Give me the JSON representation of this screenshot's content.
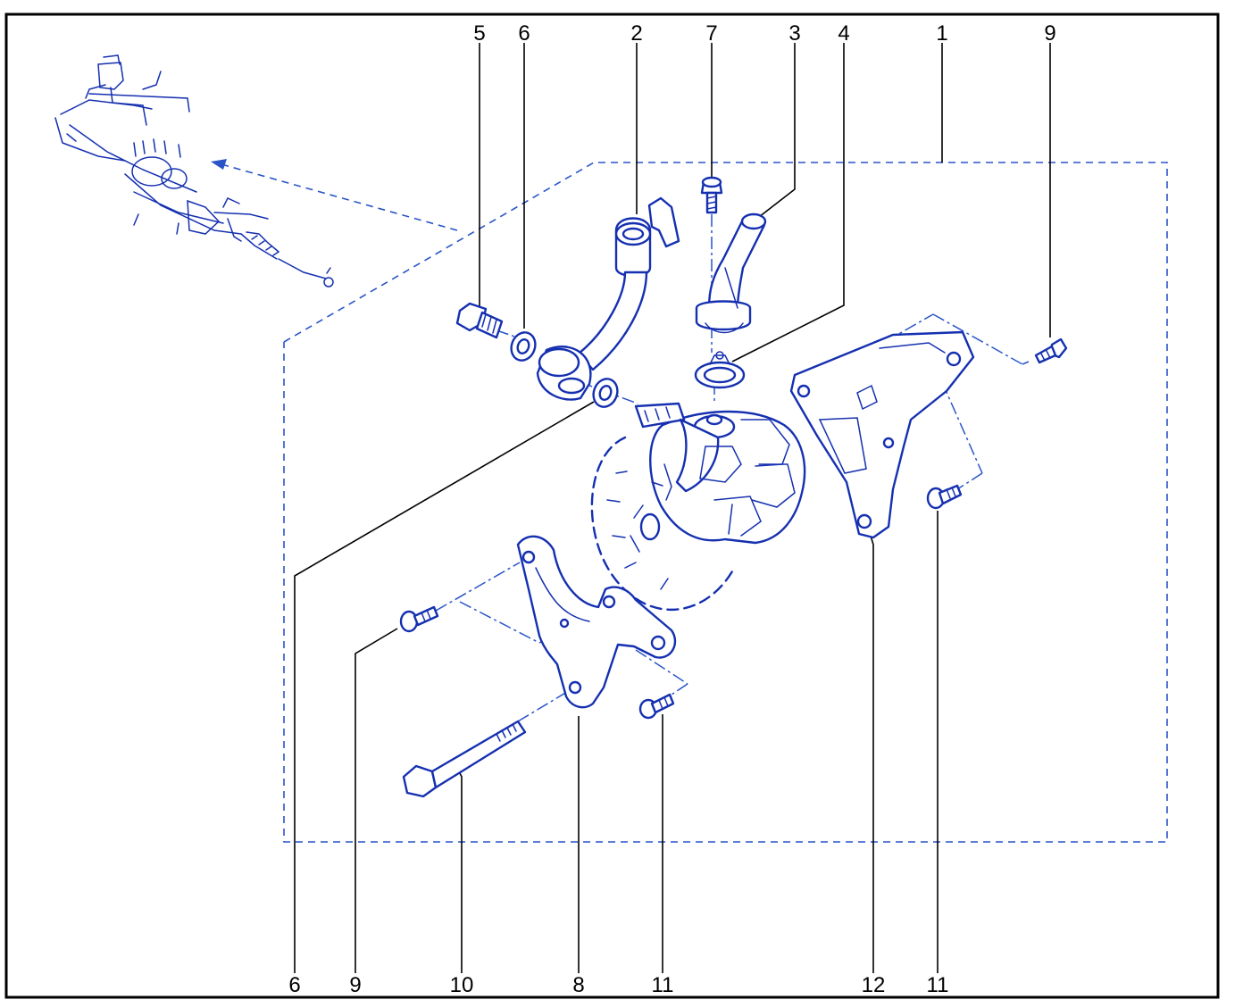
{
  "diagram": {
    "colors": {
      "part_line": "#1530b0",
      "dashed_line": "#2a55c8",
      "callout": "#000000",
      "frame": "#000000"
    },
    "callouts": [
      {
        "id": "c5",
        "label": "5"
      },
      {
        "id": "c6a",
        "label": "6"
      },
      {
        "id": "c2",
        "label": "2"
      },
      {
        "id": "c7",
        "label": "7"
      },
      {
        "id": "c3",
        "label": "3"
      },
      {
        "id": "c4",
        "label": "4"
      },
      {
        "id": "c1",
        "label": "1"
      },
      {
        "id": "c9a",
        "label": "9"
      },
      {
        "id": "c6b",
        "label": "6"
      },
      {
        "id": "c9b",
        "label": "9"
      },
      {
        "id": "c10",
        "label": "10"
      },
      {
        "id": "c8",
        "label": "8"
      },
      {
        "id": "c11a",
        "label": "11"
      },
      {
        "id": "c12",
        "label": "12"
      },
      {
        "id": "c11b",
        "label": "11"
      }
    ]
  }
}
